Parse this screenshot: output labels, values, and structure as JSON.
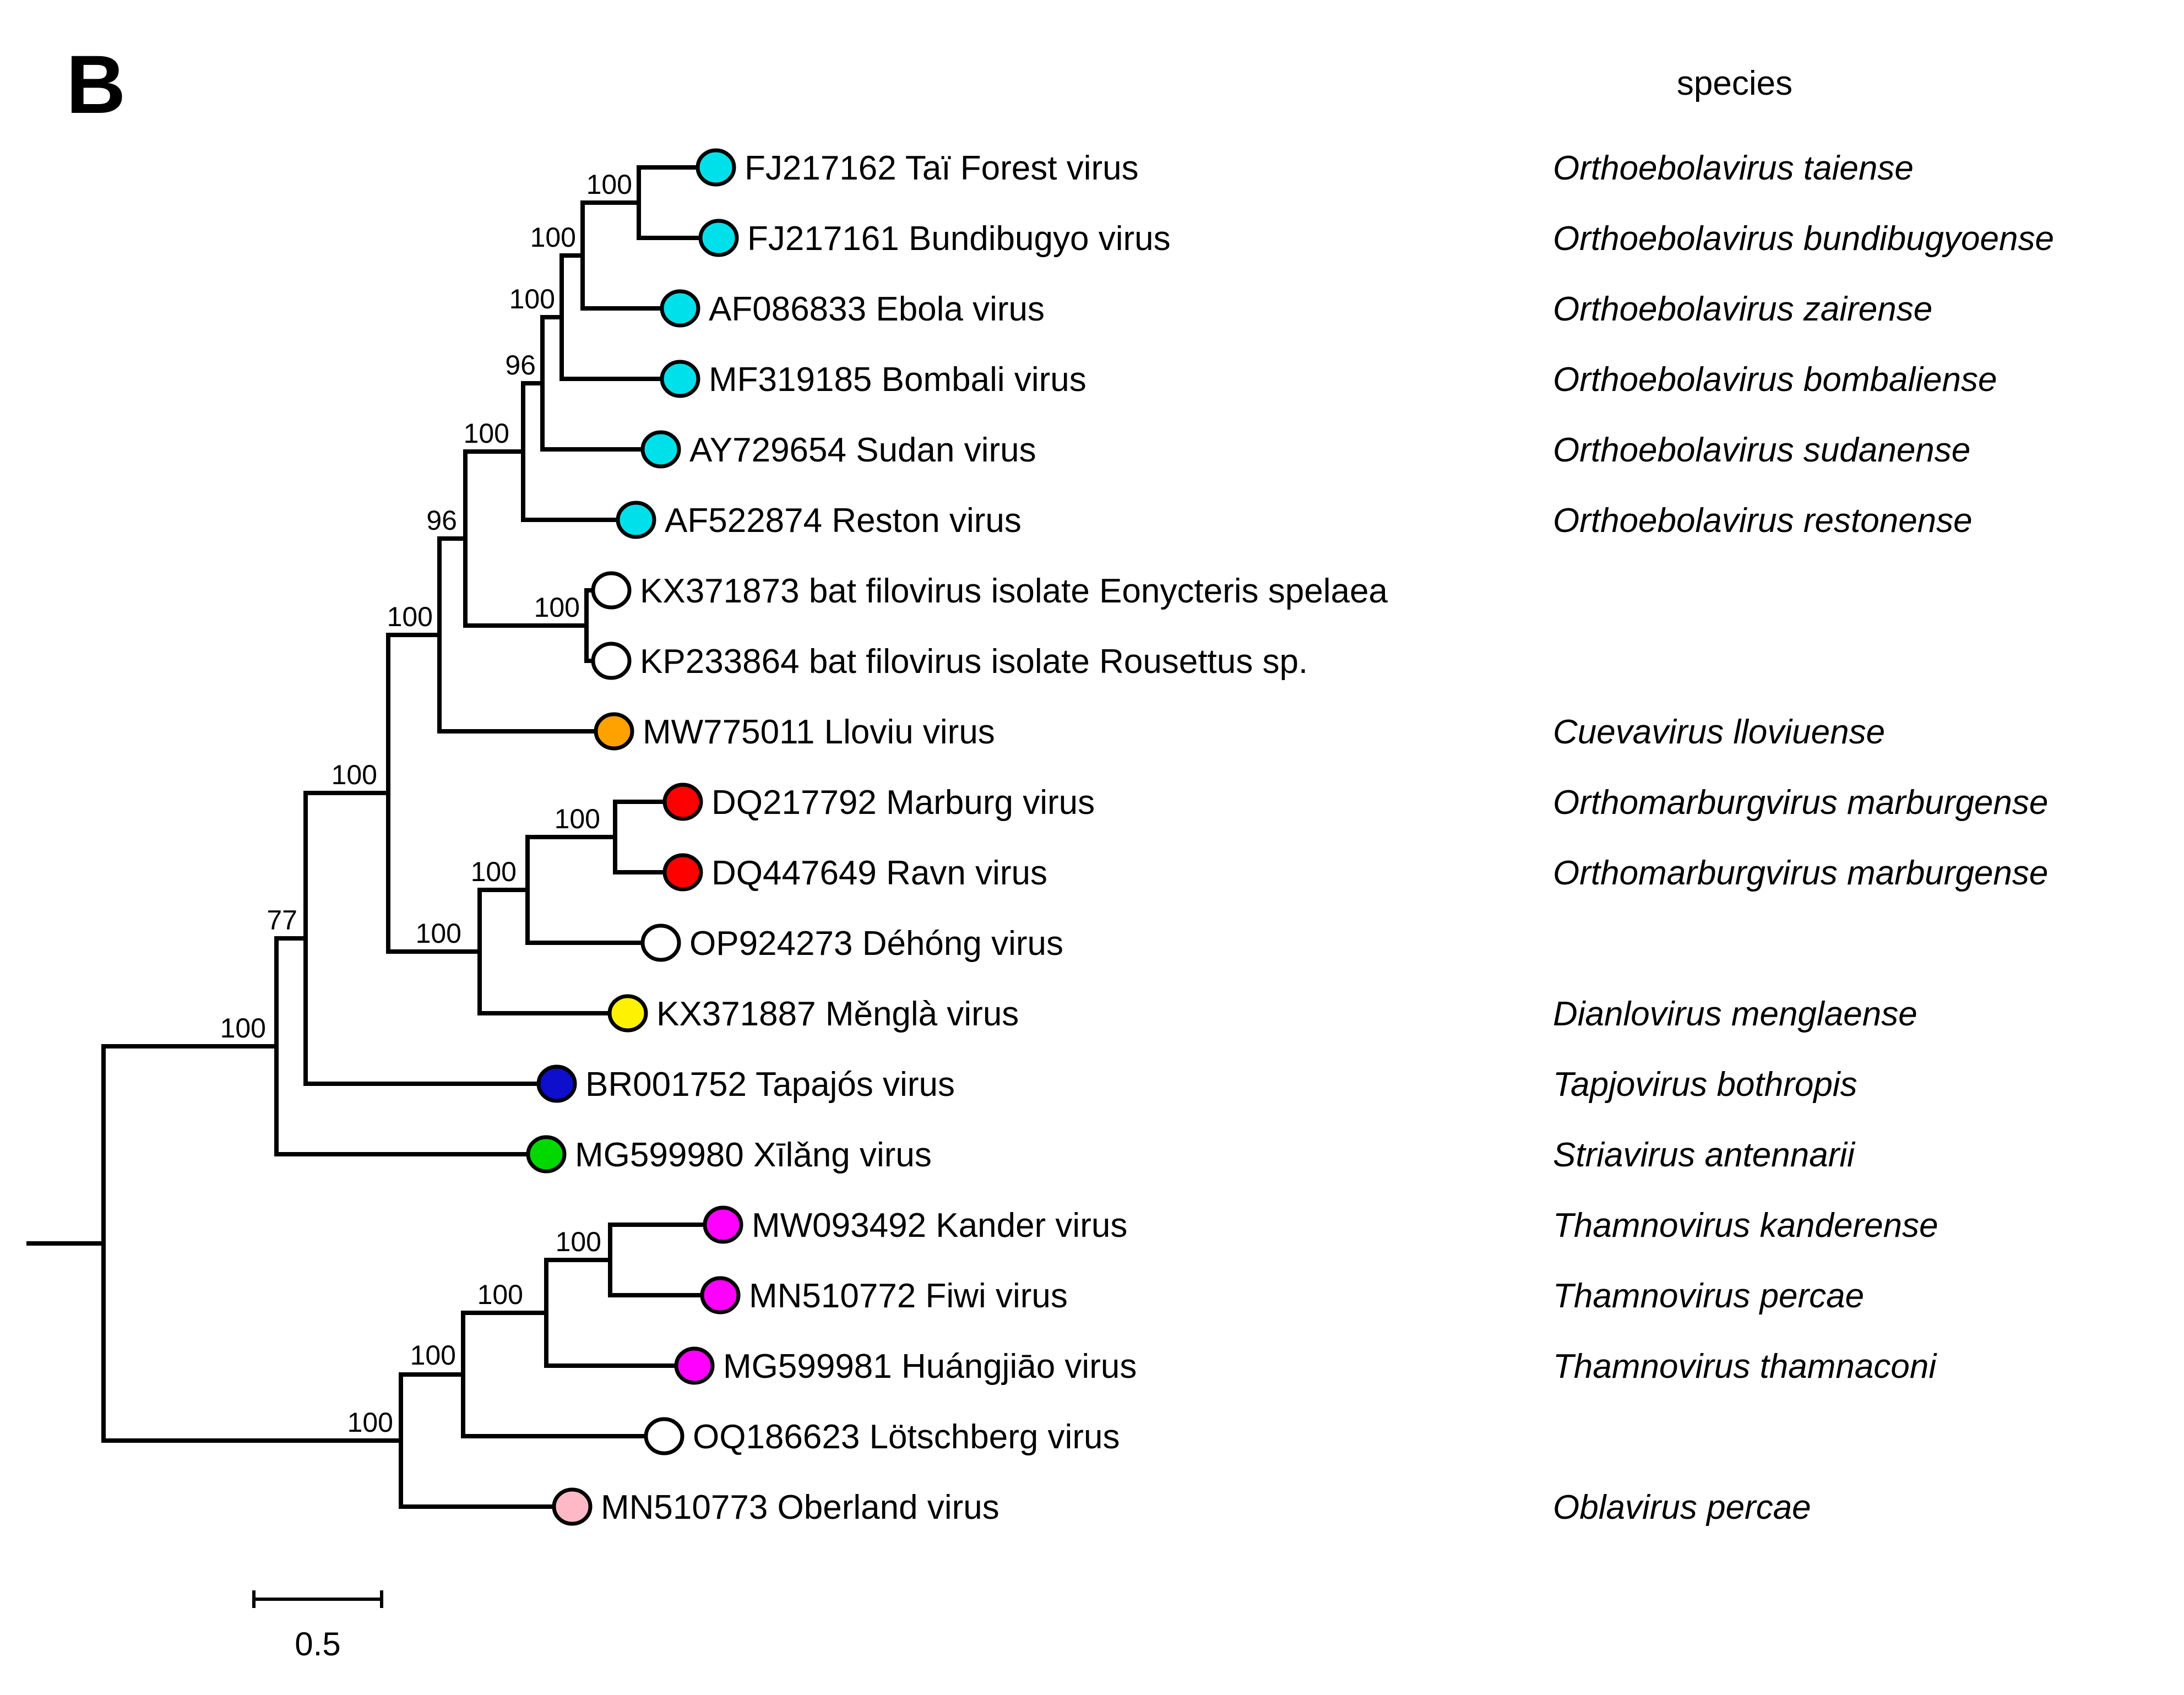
{
  "panel": {
    "label": "B"
  },
  "header": {
    "species_column": "species"
  },
  "scalebar": {
    "label": "0.5"
  },
  "tips": [
    {
      "label": "FJ217162 Taï Forest virus",
      "accession": "FJ217162",
      "virus": "Taï Forest virus",
      "color": "#00e0ea",
      "color_name": "cyan",
      "species": "Orthoebolavirus taiense"
    },
    {
      "label": "FJ217161 Bundibugyo virus",
      "accession": "FJ217161",
      "virus": "Bundibugyo virus",
      "color": "#00e0ea",
      "color_name": "cyan",
      "species": "Orthoebolavirus bundibugyoense"
    },
    {
      "label": "AF086833 Ebola virus",
      "accession": "AF086833",
      "virus": "Ebola virus",
      "color": "#00e0ea",
      "color_name": "cyan",
      "species": "Orthoebolavirus zairense"
    },
    {
      "label": "MF319185 Bombali virus",
      "accession": "MF319185",
      "virus": "Bombali virus",
      "color": "#00e0ea",
      "color_name": "cyan",
      "species": "Orthoebolavirus bombaliense"
    },
    {
      "label": "AY729654 Sudan virus",
      "accession": "AY729654",
      "virus": "Sudan virus",
      "color": "#00e0ea",
      "color_name": "cyan",
      "species": "Orthoebolavirus sudanense"
    },
    {
      "label": "AF522874 Reston virus",
      "accession": "AF522874",
      "virus": "Reston virus",
      "color": "#00e0ea",
      "color_name": "cyan",
      "species": "Orthoebolavirus restonense"
    },
    {
      "label": "KX371873 bat filovirus isolate Eonycteris spelaea",
      "accession": "KX371873",
      "virus": "bat filovirus isolate Eonycteris spelaea",
      "color": "#ffffff",
      "color_name": "white",
      "species": ""
    },
    {
      "label": "KP233864 bat filovirus isolate Rousettus sp.",
      "accession": "KP233864",
      "virus": "bat filovirus isolate Rousettus sp.",
      "color": "#ffffff",
      "color_name": "white",
      "species": ""
    },
    {
      "label": "MW775011 Lloviu virus",
      "accession": "MW775011",
      "virus": "Lloviu virus",
      "color": "#ffa200",
      "color_name": "orange",
      "species": "Cuevavirus lloviuense"
    },
    {
      "label": "DQ217792 Marburg virus",
      "accession": "DQ217792",
      "virus": "Marburg virus",
      "color": "#fe0000",
      "color_name": "red",
      "species": "Orthomarburgvirus marburgense"
    },
    {
      "label": "DQ447649 Ravn virus",
      "accession": "DQ447649",
      "virus": "Ravn virus",
      "color": "#fe0000",
      "color_name": "red",
      "species": "Orthomarburgvirus marburgense"
    },
    {
      "label": "OP924273 Déhóng virus",
      "accession": "OP924273",
      "virus": "Déhóng virus",
      "color": "#ffffff",
      "color_name": "white",
      "species": ""
    },
    {
      "label": "KX371887 Měnglà virus",
      "accession": "KX371887",
      "virus": "Měnglà virus",
      "color": "#fff200",
      "color_name": "yellow",
      "species": "Dianlovirus menglaense"
    },
    {
      "label": "BR001752 Tapajós virus",
      "accession": "BR001752",
      "virus": "Tapajós virus",
      "color": "#0e0ecd",
      "color_name": "blue",
      "species": "Tapjovirus bothropis"
    },
    {
      "label": "MG599980 Xīlǎng virus",
      "accession": "MG599980",
      "virus": "Xīlǎng virus",
      "color": "#00d800",
      "color_name": "green",
      "species": "Striavirus antennarii"
    },
    {
      "label": "MW093492 Kander virus",
      "accession": "MW093492",
      "virus": "Kander virus",
      "color": "#ff00ff",
      "color_name": "magenta",
      "species": "Thamnovirus kanderense"
    },
    {
      "label": "MN510772 Fiwi virus",
      "accession": "MN510772",
      "virus": "Fiwi virus",
      "color": "#ff00ff",
      "color_name": "magenta",
      "species": "Thamnovirus percae"
    },
    {
      "label": "MG599981 Huángjiāo virus",
      "accession": "MG599981",
      "virus": "Huángjiāo virus",
      "color": "#ff00ff",
      "color_name": "magenta",
      "species": "Thamnovirus thamnaconi"
    },
    {
      "label": "OQ186623 Lötschberg virus",
      "accession": "OQ186623",
      "virus": "Lötschberg virus",
      "color": "#ffffff",
      "color_name": "white",
      "species": ""
    },
    {
      "label": "MN510773 Oberland virus",
      "accession": "MN510773",
      "virus": "Oberland virus",
      "color": "#ffb9c6",
      "color_name": "pink",
      "species": "Oblavirus percae"
    }
  ],
  "nodes": [
    {
      "name": "tai-bundibugyo",
      "support": "100"
    },
    {
      "name": "plus-ebola",
      "support": "100"
    },
    {
      "name": "plus-bombali",
      "support": "100"
    },
    {
      "name": "plus-sudan",
      "support": "96"
    },
    {
      "name": "plus-reston",
      "support": "100"
    },
    {
      "name": "ebolavirus-plus-batclade",
      "support": "96"
    },
    {
      "name": "bat-filovirus-clade",
      "support": "100"
    },
    {
      "name": "plus-lloviu",
      "support": "100"
    },
    {
      "name": "filovirid-core",
      "support": "100"
    },
    {
      "name": "plus-tapajos",
      "support": "77"
    },
    {
      "name": "plus-xilang",
      "support": "100"
    },
    {
      "name": "marburg-ravn",
      "support": "100"
    },
    {
      "name": "plus-dehong",
      "support": "100"
    },
    {
      "name": "plus-mengla",
      "support": "100"
    },
    {
      "name": "kander-fiwi",
      "support": "100"
    },
    {
      "name": "plus-huangjiao",
      "support": "100"
    },
    {
      "name": "plus-loetschberg",
      "support": "100"
    },
    {
      "name": "plus-oberland",
      "support": "100"
    }
  ]
}
